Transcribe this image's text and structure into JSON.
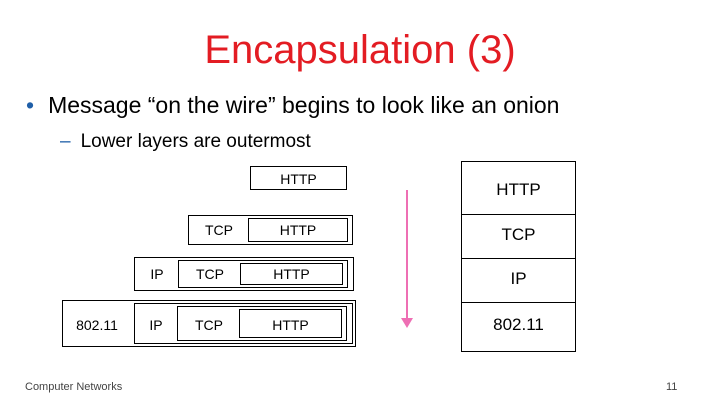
{
  "title": "Encapsulation (3)",
  "bullets": {
    "main": "Message “on the wire” begins to look like an onion",
    "sub": "Lower layers are outermost"
  },
  "rows": [
    {
      "labels": {
        "http": "HTTP"
      }
    },
    {
      "labels": {
        "tcp": "TCP",
        "http": "HTTP"
      }
    },
    {
      "labels": {
        "ip": "IP",
        "tcp": "TCP",
        "http": "HTTP"
      }
    },
    {
      "labels": {
        "mac": "802.11",
        "ip": "IP",
        "tcp": "TCP",
        "http": "HTTP"
      }
    }
  ],
  "stack": [
    "HTTP",
    "TCP",
    "IP",
    "802.11"
  ],
  "footer": {
    "left": "Computer Networks",
    "right": "11"
  },
  "colors": {
    "title": "#e31c23",
    "bullet": "#1f5fa8",
    "arrow": "#ee6fb4"
  }
}
